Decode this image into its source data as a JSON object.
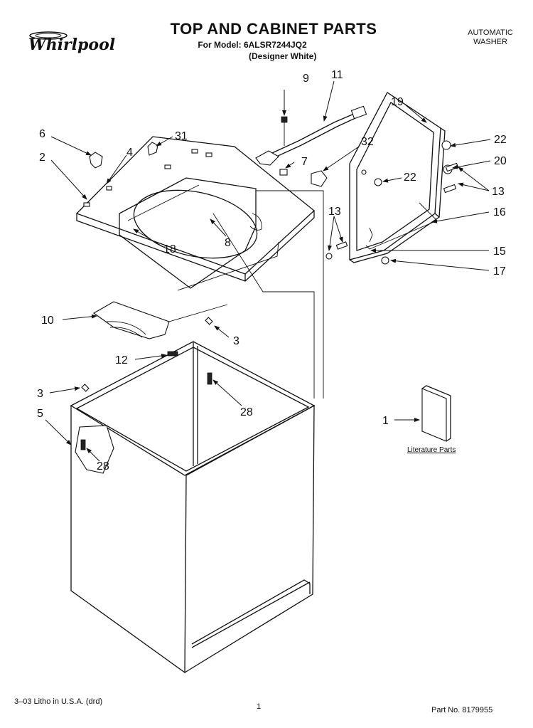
{
  "header": {
    "brand": "Whirlpool",
    "title": "TOP AND CABINET PARTS",
    "model_line": "For Model: 6ALSR7244JQ2",
    "variant": "(Designer White)",
    "category_line1": "AUTOMATIC",
    "category_line2": "WASHER"
  },
  "callouts": [
    "9",
    "11",
    "6",
    "31",
    "19",
    "22",
    "4",
    "32",
    "2",
    "7",
    "22",
    "20",
    "13",
    "13",
    "16",
    "18",
    "8",
    "15",
    "17",
    "10",
    "3",
    "12",
    "28",
    "3",
    "5",
    "1",
    "28"
  ],
  "literature_label": "Literature Parts",
  "footer": {
    "litho": "3–03 Litho in U.S.A. (drd)",
    "page": "1",
    "part_no": "Part No. 8179955"
  }
}
